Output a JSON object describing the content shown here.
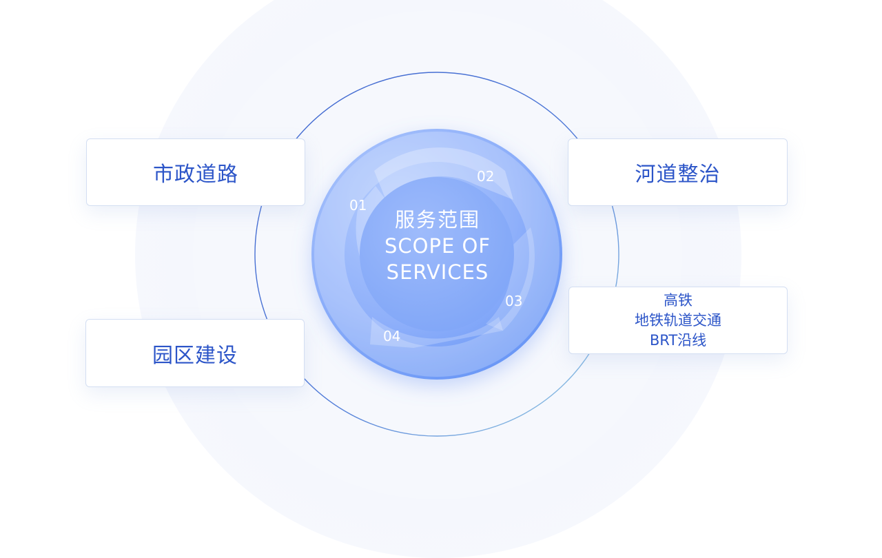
{
  "center": {
    "title": "服务范围",
    "subtitle_line1": "SCOPE OF",
    "subtitle_line2": "SERVICES"
  },
  "steps": [
    "01",
    "02",
    "03",
    "04"
  ],
  "cards": [
    {
      "id": "municipal-road",
      "label": "市政道路"
    },
    {
      "id": "river-remediation",
      "label": "河道整治"
    },
    {
      "id": "park-construction",
      "label": "园区建设"
    },
    {
      "id": "rail-transit",
      "lines": [
        "高铁",
        "地铁轨道交通",
        "BRT沿线"
      ]
    }
  ],
  "colors": {
    "card_text": "#2c55c8",
    "core_light": "#a9c4fc",
    "core_dark": "#5d8ff5",
    "ring_line": "#4a72d4"
  }
}
